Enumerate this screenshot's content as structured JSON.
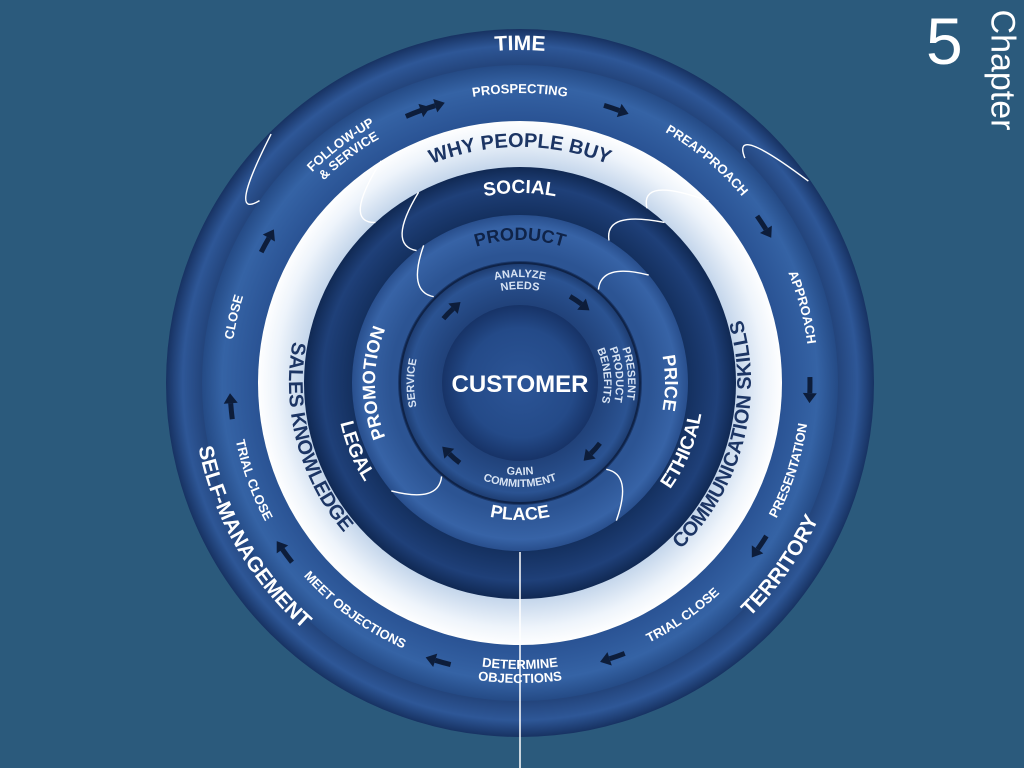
{
  "chapter": {
    "number": "5",
    "label": "Chapter"
  },
  "wheel": {
    "center": "CUSTOMER",
    "outer_ring": [
      "TIME",
      "TERRITORY",
      "SELF-MANAGEMENT"
    ],
    "process_ring": {
      "steps": [
        "PROSPECTING",
        "PREAPPROACH",
        "APPROACH",
        "PRESENTATION",
        "TRIAL CLOSE",
        "DETERMINE OBJECTIONS",
        "MEET OBJECTIONS",
        "TRIAL CLOSE",
        "CLOSE",
        "FOLLOW-UP & SERVICE"
      ]
    },
    "white_ring": [
      "WHY PEOPLE BUY",
      "COMMUNICATION SKILLS",
      "SALES KNOWLEDGE"
    ],
    "dark_ring": [
      "SOCIAL",
      "ETHICAL",
      "LEGAL"
    ],
    "marketing_mix": [
      "PRODUCT",
      "PRICE",
      "PLACE",
      "PROMOTION"
    ],
    "inner_cycle": [
      "ANALYZE NEEDS",
      "PRESENT PRODUCT BENEFITS",
      "GAIN COMMITMENT",
      "SERVICE"
    ]
  },
  "colors": {
    "background": "#2b5a7c",
    "navy": "#1a3a72",
    "blue": "#2d5797",
    "white_ring": "#e9f1f9",
    "text_light": "#ffffff",
    "text_dark": "#1c3564"
  }
}
